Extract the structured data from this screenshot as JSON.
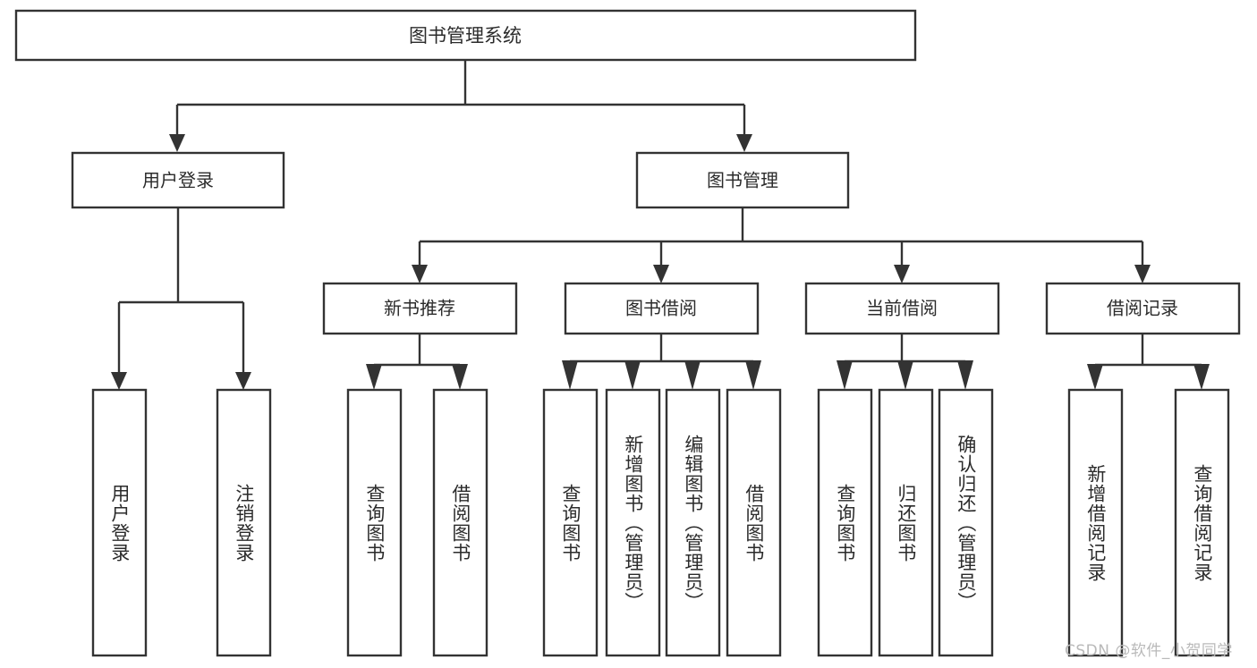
{
  "diagram": {
    "type": "tree-hierarchy",
    "title": "图书管理系统",
    "root": {
      "id": "root",
      "label": "图书管理系统"
    },
    "level1": [
      {
        "id": "user-login",
        "label": "用户登录"
      },
      {
        "id": "book-manage",
        "label": "图书管理"
      }
    ],
    "level2": [
      {
        "id": "new-book-recommend",
        "label": "新书推荐",
        "parent": "book-manage"
      },
      {
        "id": "book-borrow",
        "label": "图书借阅",
        "parent": "book-manage"
      },
      {
        "id": "current-borrow",
        "label": "当前借阅",
        "parent": "book-manage"
      },
      {
        "id": "borrow-record",
        "label": "借阅记录",
        "parent": "book-manage"
      }
    ],
    "leaves": [
      {
        "id": "leaf-user-login",
        "label": "用户登录",
        "parent": "user-login"
      },
      {
        "id": "leaf-user-logout",
        "label": "注销登录",
        "parent": "user-login"
      },
      {
        "id": "leaf-query-book-1",
        "label": "查询图书",
        "parent": "new-book-recommend"
      },
      {
        "id": "leaf-borrow-book-1",
        "label": "借阅图书",
        "parent": "new-book-recommend"
      },
      {
        "id": "leaf-query-book-2",
        "label": "查询图书",
        "parent": "book-borrow"
      },
      {
        "id": "leaf-add-book",
        "label": "新增图书（管理员）",
        "parent": "book-borrow"
      },
      {
        "id": "leaf-edit-book",
        "label": "编辑图书（管理员）",
        "parent": "book-borrow"
      },
      {
        "id": "leaf-borrow-book-2",
        "label": "借阅图书",
        "parent": "book-borrow"
      },
      {
        "id": "leaf-query-book-3",
        "label": "查询图书",
        "parent": "current-borrow"
      },
      {
        "id": "leaf-return-book",
        "label": "归还图书",
        "parent": "current-borrow"
      },
      {
        "id": "leaf-confirm-return",
        "label": "确认归还（管理员）",
        "parent": "current-borrow"
      },
      {
        "id": "leaf-add-record",
        "label": "新增借阅记录",
        "parent": "borrow-record"
      },
      {
        "id": "leaf-query-record",
        "label": "查询借阅记录",
        "parent": "borrow-record"
      }
    ],
    "colors": {
      "stroke": "#333333",
      "fill": "#ffffff",
      "text": "#2b2b2b",
      "watermark": "#b9b9b9",
      "background": "#ffffff"
    }
  },
  "watermark": {
    "text": "CSDN @软件_小贺同学"
  }
}
